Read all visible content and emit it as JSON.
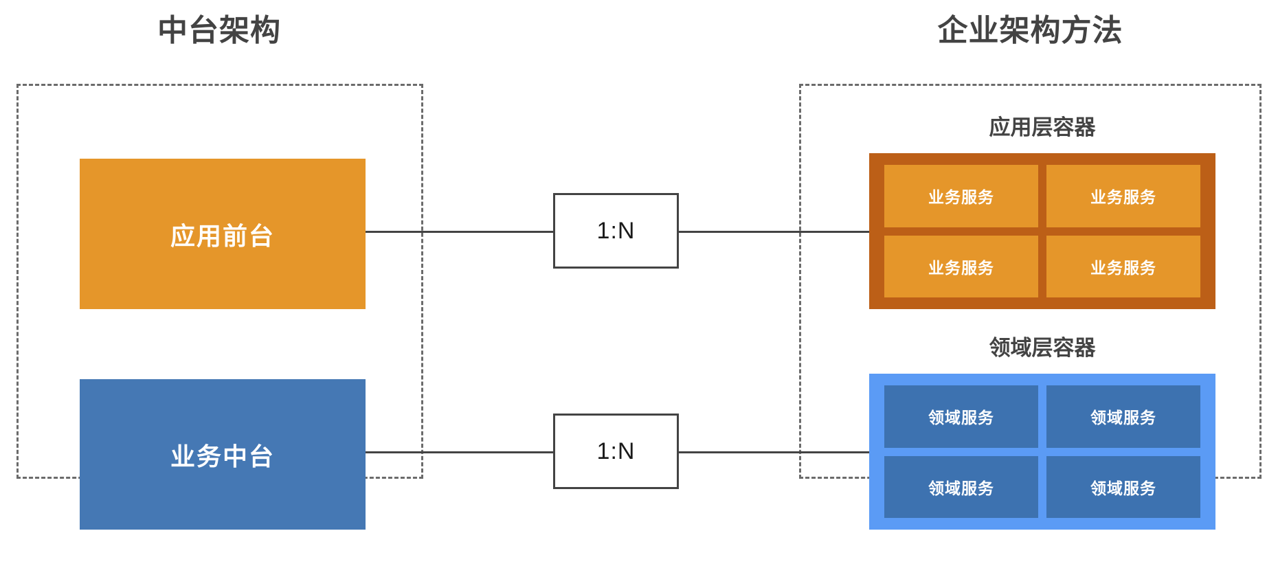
{
  "titles": {
    "left": "中台架构",
    "right": "企业架构方法"
  },
  "left_region": {
    "blocks": [
      {
        "label": "应用前台",
        "color": "#E5962A"
      },
      {
        "label": "业务中台",
        "color": "#4578B4"
      }
    ]
  },
  "connectors": [
    {
      "label": "1:N"
    },
    {
      "label": "1:N"
    }
  ],
  "right_region": {
    "containers": [
      {
        "label": "应用层容器",
        "container_color": "#BC5F17",
        "cell_color": "#E5962A",
        "cells": [
          "业务服务",
          "业务服务",
          "业务服务",
          "业务服务"
        ]
      },
      {
        "label": "领域层容器",
        "container_color": "#5B9BF5",
        "cell_color": "#3D72B0",
        "cells": [
          "领域服务",
          "领域服务",
          "领域服务",
          "领域服务"
        ]
      }
    ]
  },
  "colors": {
    "dashed_border": "#6b6b6b",
    "line": "#434343",
    "title_text": "#434343",
    "background": "#ffffff"
  }
}
